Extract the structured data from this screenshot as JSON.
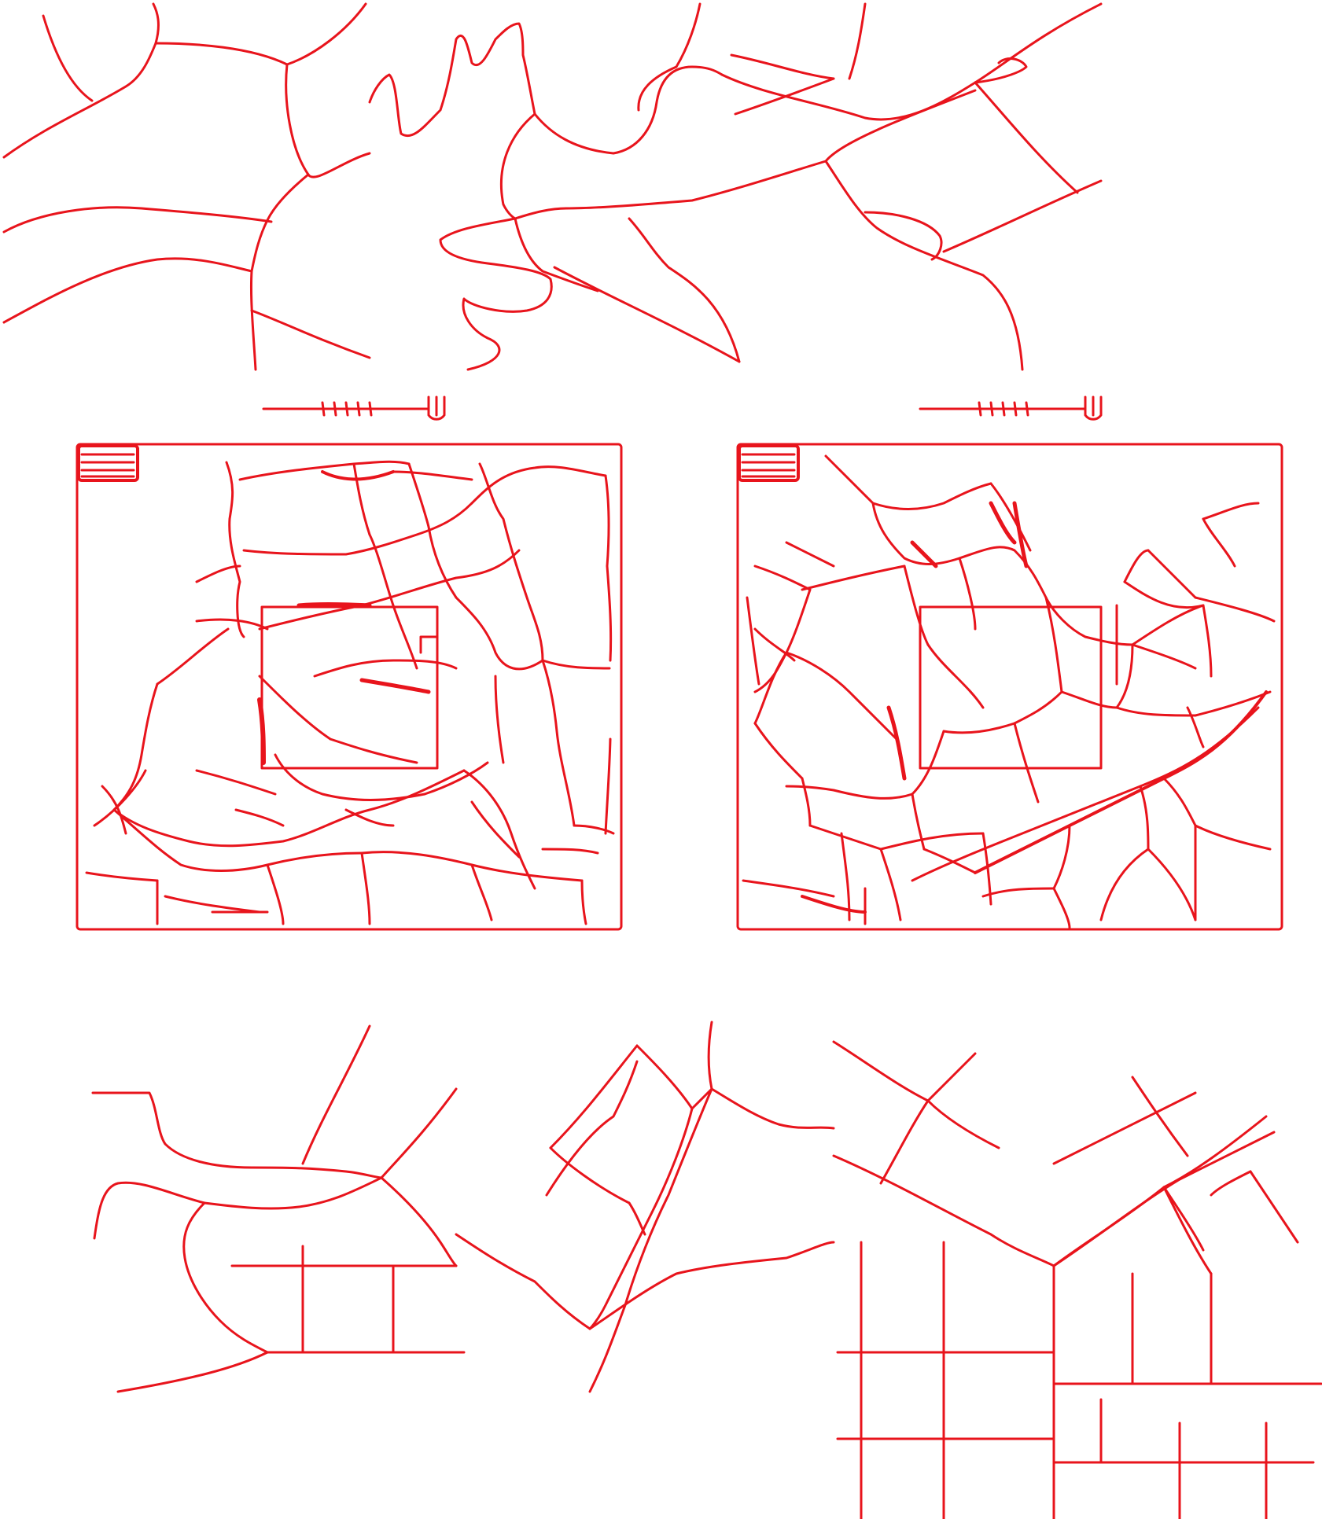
{
  "palette": {
    "background": "#ffffff",
    "stroke": "#e8141c"
  },
  "panels": [
    {
      "id": "top",
      "label": "",
      "kind": "curvilinear street network"
    },
    {
      "id": "scale-bar-left",
      "label": "",
      "kind": "scale bar"
    },
    {
      "id": "scale-bar-right",
      "label": "",
      "kind": "scale bar"
    },
    {
      "id": "middle-left",
      "label": "",
      "kind": "framed street network with inset box"
    },
    {
      "id": "middle-right",
      "label": "",
      "kind": "framed street network with inset box"
    },
    {
      "id": "bottom",
      "label": "",
      "kind": "simplified street graph"
    }
  ]
}
